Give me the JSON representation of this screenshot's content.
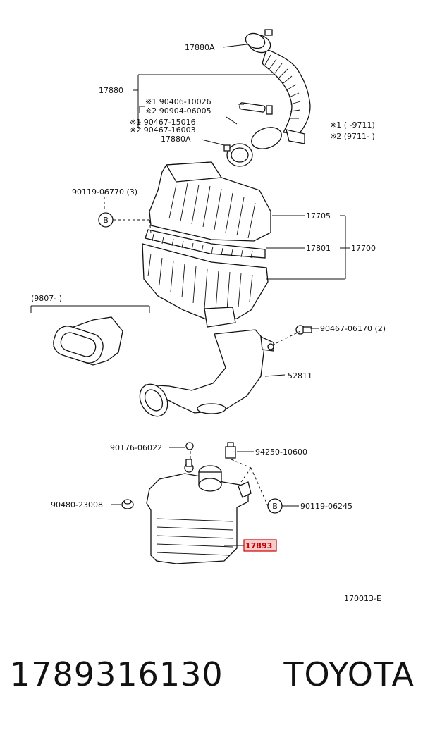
{
  "callouts": {
    "c17880A_top": "17880A",
    "c17880": "17880",
    "c90406_10026": "※1 90406-10026",
    "c90904_06005": "※2 90904-06005",
    "c90467_15016": "※1 90467-15016",
    "c90467_16003": "※2 90467-16003",
    "c17880A_low": "17880A",
    "note1": "※1 (      -9711)",
    "note2": "※2 (9711-      )",
    "c90119_06770": "90119-06770 (3)",
    "b_marker_upper": "B",
    "c17705": "17705",
    "c17801": "17801",
    "c17700": "17700",
    "c9807": "(9807-       )",
    "c90467_06170": "90467-06170 (2)",
    "c52811": "52811",
    "c90176_06022": "90176-06022",
    "c94250_10600": "94250-10600",
    "c90480_23008": "90480-23008",
    "b_marker_lower": "B",
    "c90119_06245": "90119-06245",
    "c17893": "17893",
    "diagram_id": "170013-E"
  },
  "highlight_color": "#cc0000",
  "footer": {
    "part_number": "1789316130",
    "brand": "TOYOTA"
  }
}
